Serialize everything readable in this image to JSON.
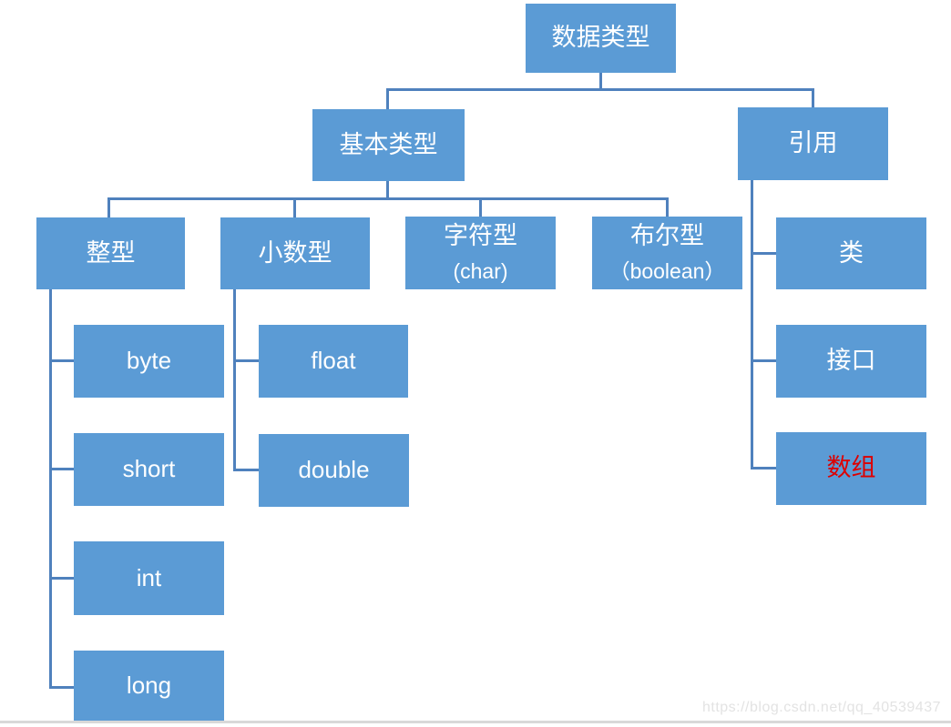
{
  "diagram": {
    "type": "tree-hierarchy",
    "nodes": {
      "root": {
        "label": "数据类型"
      },
      "basic": {
        "label": "基本类型"
      },
      "reference": {
        "label": "引用"
      },
      "integer": {
        "label": "整型"
      },
      "decimal": {
        "label": "小数型"
      },
      "char": {
        "label": "字符型",
        "sublabel": "(char)"
      },
      "boolean": {
        "label": "布尔型",
        "sublabel": "（boolean）"
      },
      "class": {
        "label": "类"
      },
      "interface": {
        "label": "接口"
      },
      "array": {
        "label": "数组"
      },
      "byte": {
        "label": "byte"
      },
      "float": {
        "label": "float"
      },
      "short": {
        "label": "short"
      },
      "double": {
        "label": "double"
      },
      "int": {
        "label": "int"
      },
      "long": {
        "label": "long"
      }
    },
    "hierarchy": {
      "数据类型": {
        "基本类型": {
          "整型": [
            "byte",
            "short",
            "int",
            "long"
          ],
          "小数型": [
            "float",
            "double"
          ],
          "字符型 (char)": [],
          "布尔型 （boolean）": []
        },
        "引用": [
          "类",
          "接口",
          "数组"
        ]
      }
    },
    "colors": {
      "box_fill": "#5b9bd5",
      "connector": "#4f81bd",
      "label_text": "#ffffff",
      "array_label": "#dd0000",
      "watermark_color": "#e3e3e3",
      "page_edge": "#d9d9d9"
    }
  },
  "watermark": {
    "text": "https://blog.csdn.net/qq_40539437"
  }
}
